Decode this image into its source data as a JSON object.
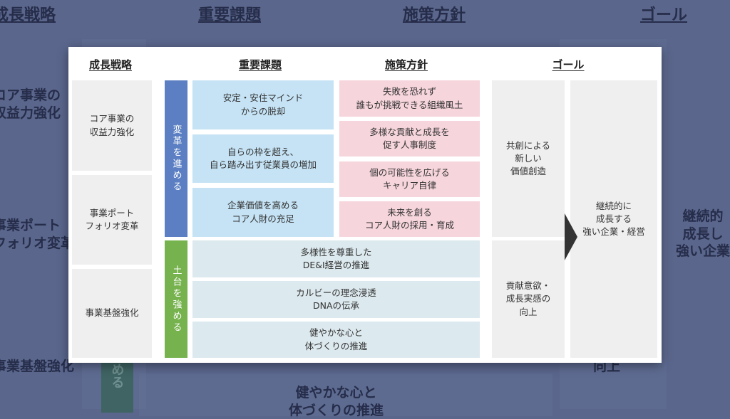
{
  "background": {
    "headers": [
      "成長戦略",
      "重要課題",
      "施策方針",
      "ゴール"
    ],
    "left": [
      "コア事業の\n収益力強化",
      "事業ポート\nフォリオ変革",
      "事業基盤強化"
    ],
    "right": "継続的\n成長し\n強い企業",
    "bottom": "健やかな心と\n体づくりの推進",
    "bar_text": "める",
    "goal_text": "向上"
  },
  "headers": {
    "strategy": "成長戦略",
    "issues": "重要課題",
    "policy": "施策方針",
    "goal": "ゴール"
  },
  "strategies": [
    "コア事業の\n収益力強化",
    "事業ポート\nフォリオ変革",
    "事業基盤強化"
  ],
  "bars": {
    "transform": "変革を進める",
    "foundation": "土台を強める"
  },
  "issues": [
    "安定・安住マインド\nからの脱却",
    "自らの枠を超え、\n自ら踏み出す従業員の増加",
    "企業価値を高める\nコア人財の充足"
  ],
  "policies": [
    "失敗を恐れず\n誰もが挑戦できる組織風土",
    "多様な貢献と成長を\n促す人事制度",
    "個の可能性を広げる\nキャリア自律",
    "未来を創る\nコア人財の採用・育成"
  ],
  "foundation_items": [
    "多様性を尊重した\nDE&I経営の推進",
    "カルビーの理念浸透\nDNAの伝承",
    "健やかな心と\n体づくりの推進"
  ],
  "goals": {
    "top": "共創による\n新しい\n価値創造",
    "bottom": "貢献意欲・\n成長実感の\n向上",
    "final": "継続的に\n成長する\n強い企業・経営"
  },
  "colors": {
    "transform_bar": "#5b7fc2",
    "foundation_bar": "#76b24e"
  }
}
